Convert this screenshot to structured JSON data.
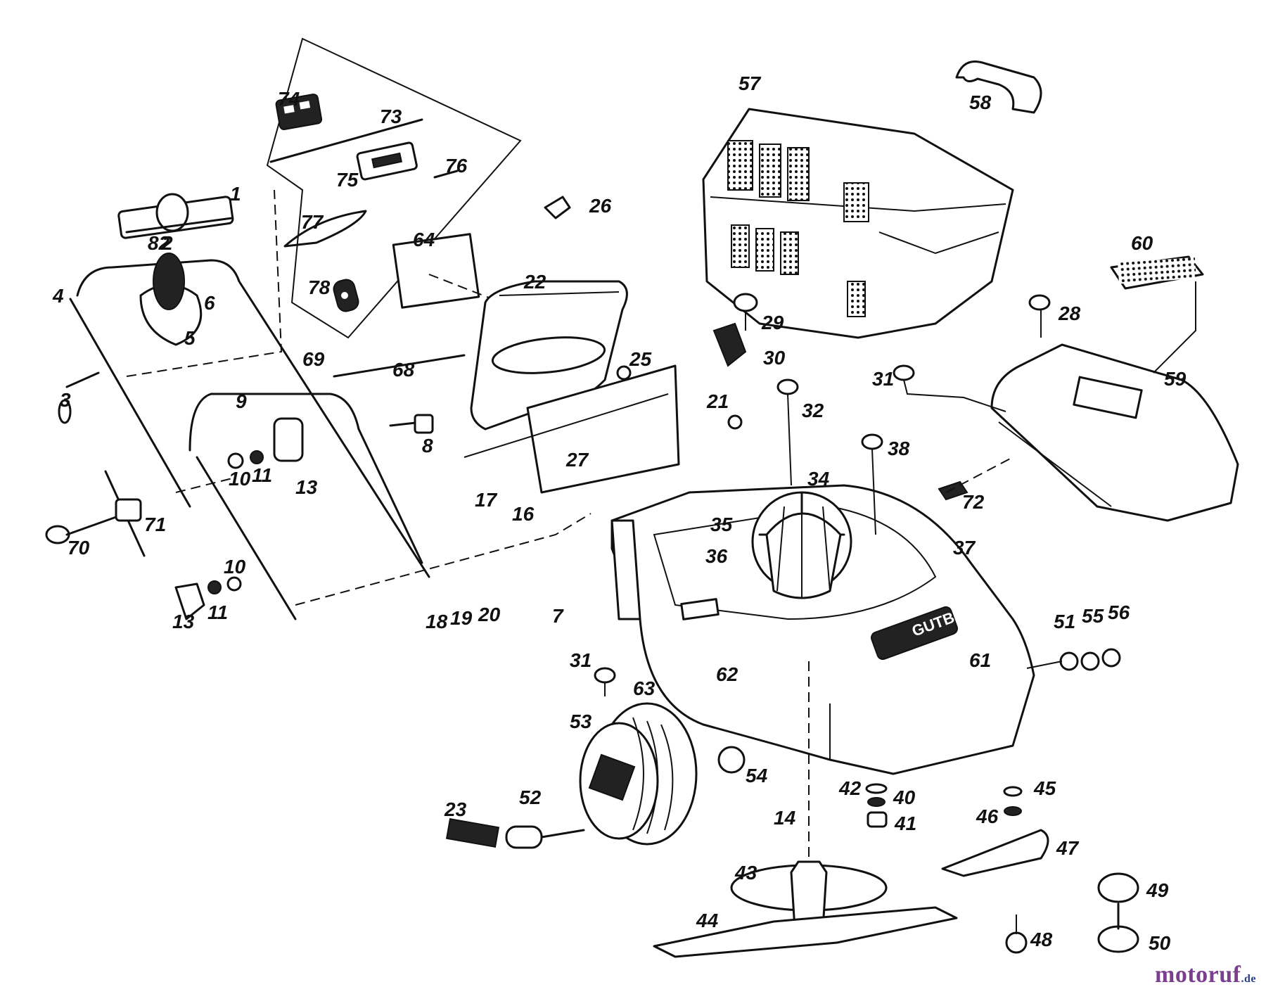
{
  "watermark": {
    "name": "motoruf",
    "suffix": ".de"
  },
  "brand_plate": "GUTBROD",
  "parts": [
    {
      "id": "p1",
      "text": "1"
    },
    {
      "id": "p2",
      "text": "2"
    },
    {
      "id": "p3",
      "text": "3"
    },
    {
      "id": "p4",
      "text": "4"
    },
    {
      "id": "p5",
      "text": "5"
    },
    {
      "id": "p6",
      "text": "6"
    },
    {
      "id": "p7",
      "text": "7"
    },
    {
      "id": "p8",
      "text": "8"
    },
    {
      "id": "p9",
      "text": "9"
    },
    {
      "id": "p10a",
      "text": "10"
    },
    {
      "id": "p10b",
      "text": "10"
    },
    {
      "id": "p11a",
      "text": "11"
    },
    {
      "id": "p11b",
      "text": "11"
    },
    {
      "id": "p13a",
      "text": "13"
    },
    {
      "id": "p13b",
      "text": "13"
    },
    {
      "id": "p14",
      "text": "14"
    },
    {
      "id": "p16",
      "text": "16"
    },
    {
      "id": "p17",
      "text": "17"
    },
    {
      "id": "p18",
      "text": "18"
    },
    {
      "id": "p19",
      "text": "19"
    },
    {
      "id": "p20",
      "text": "20"
    },
    {
      "id": "p21",
      "text": "21"
    },
    {
      "id": "p22",
      "text": "22"
    },
    {
      "id": "p23",
      "text": "23"
    },
    {
      "id": "p25",
      "text": "25"
    },
    {
      "id": "p26",
      "text": "26"
    },
    {
      "id": "p27",
      "text": "27"
    },
    {
      "id": "p28",
      "text": "28"
    },
    {
      "id": "p29",
      "text": "29"
    },
    {
      "id": "p30",
      "text": "30"
    },
    {
      "id": "p31a",
      "text": "31"
    },
    {
      "id": "p31b",
      "text": "31"
    },
    {
      "id": "p32",
      "text": "32"
    },
    {
      "id": "p34",
      "text": "34"
    },
    {
      "id": "p35",
      "text": "35"
    },
    {
      "id": "p36",
      "text": "36"
    },
    {
      "id": "p37",
      "text": "37"
    },
    {
      "id": "p38",
      "text": "38"
    },
    {
      "id": "p40",
      "text": "40"
    },
    {
      "id": "p41",
      "text": "41"
    },
    {
      "id": "p42",
      "text": "42"
    },
    {
      "id": "p43",
      "text": "43"
    },
    {
      "id": "p44",
      "text": "44"
    },
    {
      "id": "p45",
      "text": "45"
    },
    {
      "id": "p46",
      "text": "46"
    },
    {
      "id": "p47",
      "text": "47"
    },
    {
      "id": "p48",
      "text": "48"
    },
    {
      "id": "p49",
      "text": "49"
    },
    {
      "id": "p50",
      "text": "50"
    },
    {
      "id": "p51",
      "text": "51"
    },
    {
      "id": "p52",
      "text": "52"
    },
    {
      "id": "p53",
      "text": "53"
    },
    {
      "id": "p54",
      "text": "54"
    },
    {
      "id": "p55",
      "text": "55"
    },
    {
      "id": "p56",
      "text": "56"
    },
    {
      "id": "p57",
      "text": "57"
    },
    {
      "id": "p58",
      "text": "58"
    },
    {
      "id": "p59",
      "text": "59"
    },
    {
      "id": "p60",
      "text": "60"
    },
    {
      "id": "p61",
      "text": "61"
    },
    {
      "id": "p62",
      "text": "62"
    },
    {
      "id": "p63",
      "text": "63"
    },
    {
      "id": "p64",
      "text": "64"
    },
    {
      "id": "p68",
      "text": "68"
    },
    {
      "id": "p69",
      "text": "69"
    },
    {
      "id": "p70",
      "text": "70"
    },
    {
      "id": "p71",
      "text": "71"
    },
    {
      "id": "p72",
      "text": "72"
    },
    {
      "id": "p73",
      "text": "73"
    },
    {
      "id": "p74",
      "text": "74"
    },
    {
      "id": "p75",
      "text": "75"
    },
    {
      "id": "p76",
      "text": "76"
    },
    {
      "id": "p77",
      "text": "77"
    },
    {
      "id": "p78",
      "text": "78"
    },
    {
      "id": "p82",
      "text": "82"
    }
  ]
}
